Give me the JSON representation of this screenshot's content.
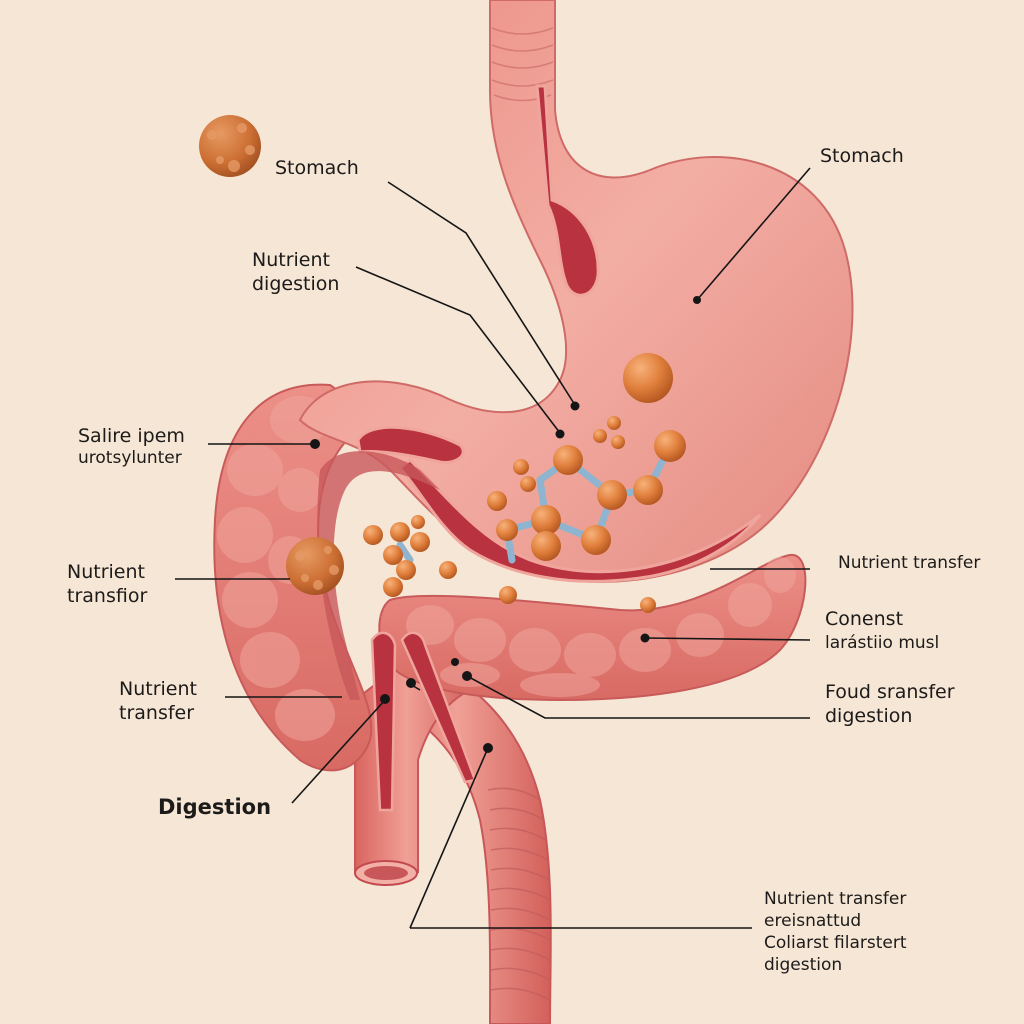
{
  "diagram": {
    "subject": "Digestive tract illustration",
    "colors": {
      "background": "#f5e6d6",
      "tissue": "#e8877c",
      "tissue_light": "#f2a89c",
      "tissue_dark": "#c24a4f",
      "lumen": "#b8323f",
      "nutrient_particle": "#e0823e",
      "molecule_bond": "#9cc3dc",
      "leader_line": "#151515"
    },
    "labels": [
      {
        "id": "stomach-left",
        "lines": [
          "Stomach"
        ]
      },
      {
        "id": "stomach-right",
        "lines": [
          "Stomach"
        ]
      },
      {
        "id": "nutrient-digestion",
        "lines": [
          "Nutrient",
          "digestion"
        ]
      },
      {
        "id": "salire-ipem",
        "lines": [
          "Salire ipem",
          "urotsylunter"
        ]
      },
      {
        "id": "nutrient-transfior",
        "lines": [
          "Nutrient",
          "transfior"
        ]
      },
      {
        "id": "nutrient-transfer-left",
        "lines": [
          "Nutrient",
          "transfer"
        ]
      },
      {
        "id": "digestion",
        "lines": [
          "Digestion"
        ]
      },
      {
        "id": "nutrient-transfer-right",
        "lines": [
          "Nutrient transfer"
        ]
      },
      {
        "id": "conenst",
        "lines": [
          "Conenst",
          "larástiio musl"
        ]
      },
      {
        "id": "foud-sransfer",
        "lines": [
          "Foud sransfer",
          "digestion"
        ]
      },
      {
        "id": "nutrient-transfer-bottom",
        "lines": [
          "Nutrient transfer",
          "ereisnattud",
          "Coliarst filarstert",
          "digestion"
        ]
      }
    ]
  }
}
